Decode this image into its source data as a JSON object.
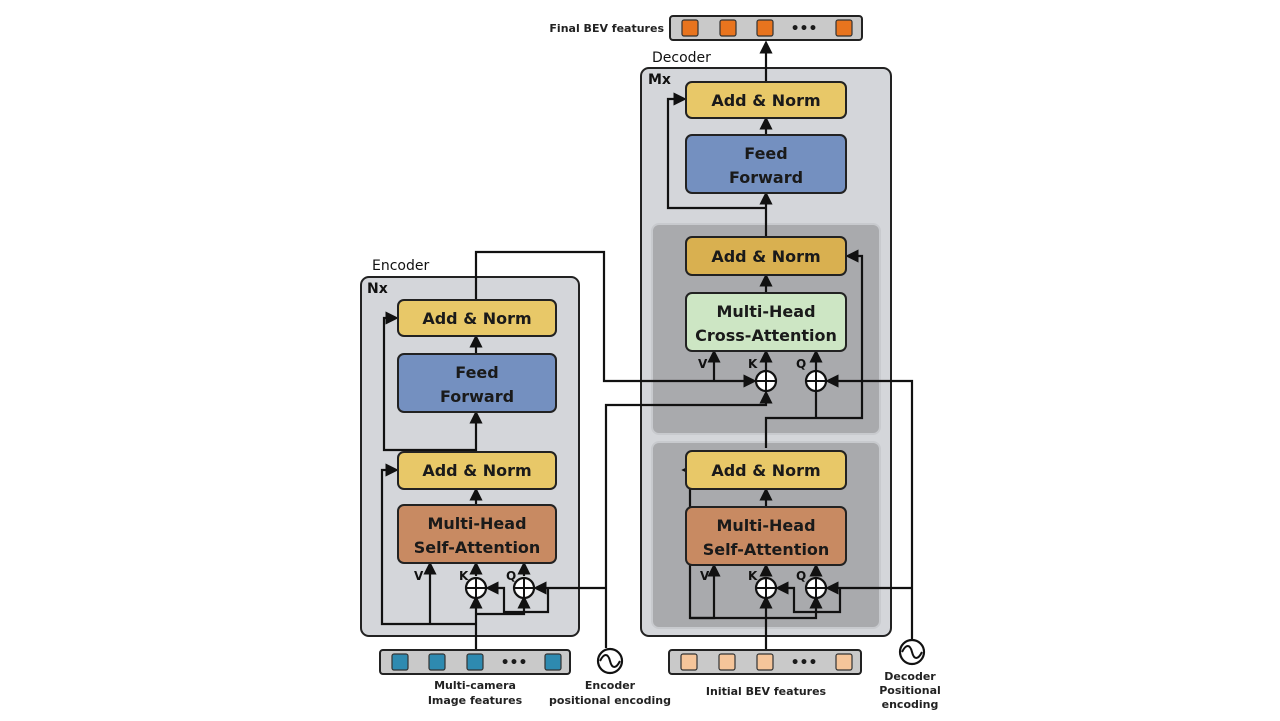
{
  "colors": {
    "add_norm": "#e8c868",
    "feed_forward": "#7490c0",
    "self_attention": "#c88a62",
    "cross_attention": "#cde6c4",
    "container_light": "#d4d6da",
    "container_dark": "#a9aaad",
    "image_feature_token": "#2e8ab0",
    "bev_initial_token": "#f5c59a",
    "bev_final_token": "#e8741e"
  },
  "output": {
    "label": "Final BEV features"
  },
  "encoder": {
    "title": "Encoder",
    "repeat": "Nx",
    "blocks": {
      "add_norm_top": "Add & Norm",
      "feed_forward": [
        "Feed",
        "Forward"
      ],
      "add_norm_bottom": "Add & Norm",
      "self_attention": [
        "Multi-Head",
        "Self-Attention"
      ]
    },
    "inputs": {
      "v": "V",
      "k": "K",
      "q": "Q"
    },
    "input_label": [
      "Multi-camera",
      "Image features"
    ],
    "positional_label": [
      "Encoder",
      "positional encoding"
    ]
  },
  "decoder": {
    "title": "Decoder",
    "repeat": "Mx",
    "blocks": {
      "add_norm_top": "Add & Norm",
      "feed_forward": [
        "Feed",
        "Forward"
      ],
      "add_norm_cross": "Add & Norm",
      "cross_attention": [
        "Multi-Head",
        "Cross-Attention"
      ],
      "add_norm_self": "Add & Norm",
      "self_attention": [
        "Multi-Head",
        "Self-Attention"
      ]
    },
    "cross_inputs": {
      "v": "V",
      "k": "K",
      "q": "Q"
    },
    "self_inputs": {
      "v": "V",
      "k": "K",
      "q": "Q"
    },
    "input_label": "Initial BEV features",
    "positional_label": [
      "Decoder",
      "Positional",
      "encoding"
    ]
  },
  "token_bar": {
    "ellipsis": "•••"
  }
}
